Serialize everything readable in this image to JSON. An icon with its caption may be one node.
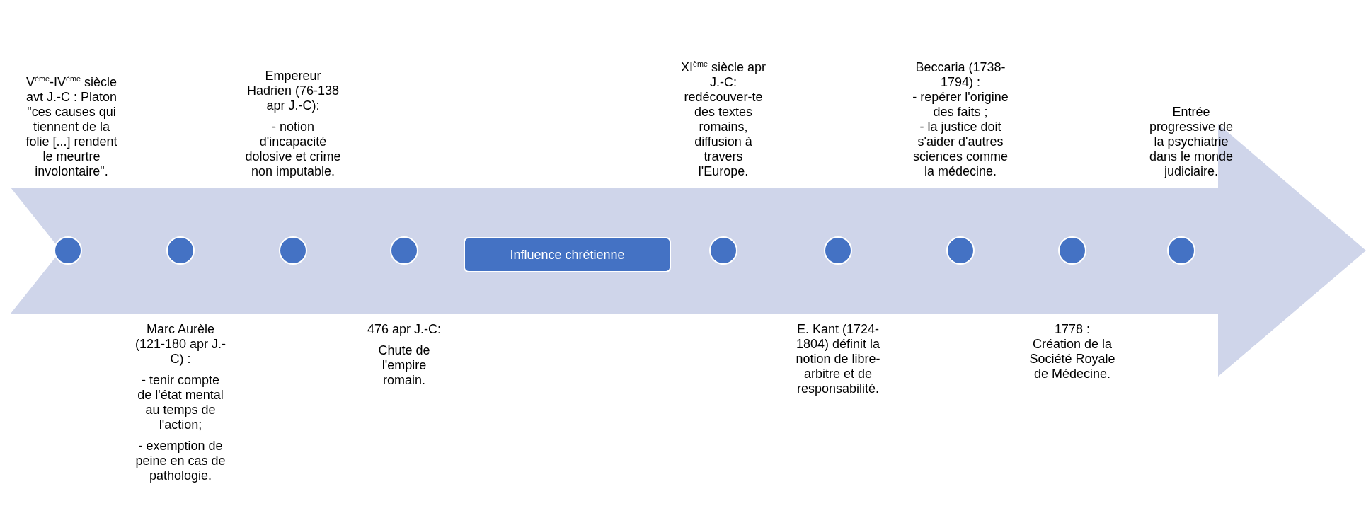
{
  "diagram": {
    "nodes": [
      {
        "text": [],
        "shape": "circle"
      },
      {
        "text": [],
        "shape": "circle"
      },
      {
        "text": [],
        "shape": "circle"
      },
      {
        "text": [],
        "shape": "circle"
      },
      {
        "text": [
          "Influence chrétienne"
        ]
      },
      {
        "text": [],
        "shape": "circle"
      },
      {
        "text": [],
        "shape": "circle"
      },
      {
        "text": [],
        "shape": "circle"
      },
      {
        "text": [],
        "shape": "circle"
      },
      {
        "text": [],
        "shape": "circle"
      }
    ],
    "labels": [
      "Beccaria (1738-1794) :",
      "- repérer l'origine des faits ;",
      "- la justice doit s'aider d'autres sciences comme la médecine.",
      "V$^{ème}$-IV$^{ème}$ siècle avt J.-C : Platon \"ces causes qui tiennent de la folie [...] rendent le meurtre involontaire\".",
      "Empereur Hadrien (76-138 apr J.-C):",
      "- notion d'incapacité dolosive et crime non imputable.",
      "XI$^{ème}$ siècle apr J.-C: redécouver-te des textes romains, diffusion à travers l'Europe.",
      "Entrée progressive de la psychiatrie dans le monde judiciaire.",
      "Marc Aurèle (121-180 apr J.-C) :",
      "- tenir compte de l'état mental au temps de l'action;",
      "- exemption de peine en cas de pathologie.",
      "476 apr J.-C:",
      "Chute de l'empire romain.",
      "E. Kant (1724-1804) définit la notion de libre-arbitre et de responsabilité.",
      "1778 : Création de la Société Royale de Médecine."
    ]
  }
}
